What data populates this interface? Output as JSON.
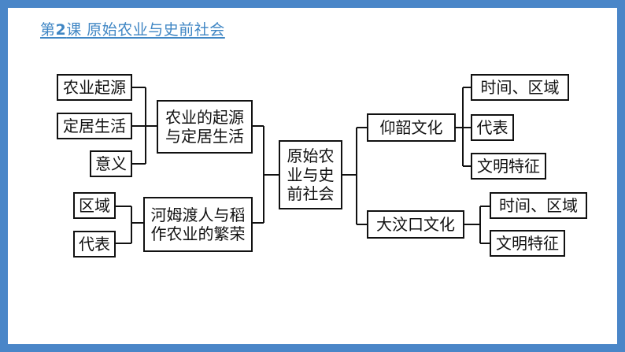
{
  "title": {
    "prefix": "第",
    "number": "2",
    "rest": "课 原始农业与史前社会"
  },
  "center": {
    "line1": "原始农",
    "line2": "业与史",
    "line3": "前社会"
  },
  "left": {
    "branch1": {
      "label_line1": "农业的起源",
      "label_line2": "与定居生活",
      "items": [
        "农业起源",
        "定居生活",
        "意义"
      ]
    },
    "branch2": {
      "label_line1": "河姆渡人与稻",
      "label_line2": "作农业的繁荣",
      "items": [
        "区域",
        "代表"
      ]
    }
  },
  "right": {
    "branch1": {
      "label": "仰韶文化",
      "items": [
        "时间、区域",
        "代表",
        "文明特征"
      ]
    },
    "branch2": {
      "label": "大汶口文化",
      "items": [
        "时间、区域",
        "文明特征"
      ]
    }
  },
  "colors": {
    "frame": "#4a86c8",
    "title": "#3f86c4",
    "line": "#111111"
  }
}
